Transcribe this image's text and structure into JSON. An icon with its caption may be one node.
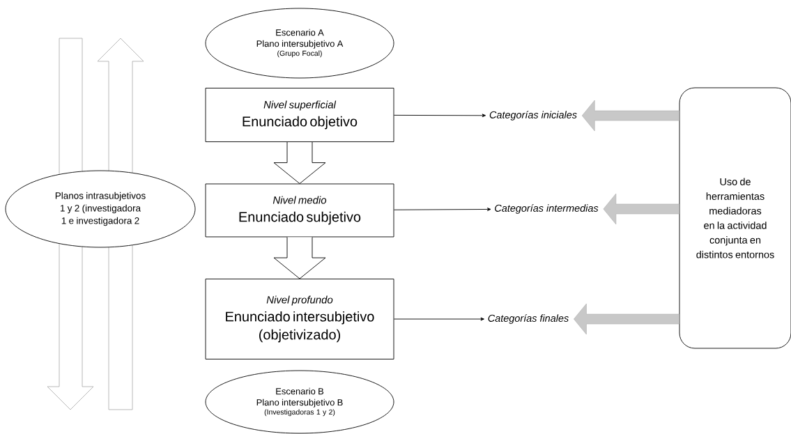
{
  "diagram": {
    "nodes": [
      {
        "text": [
          "Escenario A",
          "Plano intersubjetivo A",
          "(Grupo Focal)"
        ]
      },
      {
        "text": [
          "Nivel superficial",
          "Enunciado objetivo"
        ]
      },
      {
        "text": [
          "Nivel medio",
          "Enunciado subjetivo"
        ]
      },
      {
        "text": [
          "Nivel profundo",
          "Enunciado intersubjetivo (objetivizado)"
        ]
      },
      {
        "text": [
          "Escenario B",
          "Plano intersubjetivo B",
          "(Investigadoras 1 y 2)"
        ]
      },
      {
        "text": [
          "Planos intrasubjetivos 1 y 2 (investigadora 1 e investigadora 2"
        ]
      },
      {
        "text": [
          "Categorías iniciales"
        ]
      },
      {
        "text": [
          "Categorías intermedias"
        ]
      },
      {
        "text": [
          "Categorías finales"
        ]
      },
      {
        "text": [
          "Uso de herramientas mediadoras en la actividad conjunta en distintos entornos"
        ]
      }
    ],
    "edges": [
      {
        "from": 1,
        "to": 2,
        "arrow": "to",
        "style": "thick"
      },
      {
        "from": 2,
        "to": 3,
        "arrow": "to",
        "style": "thick"
      },
      {
        "from": 1,
        "to": 6,
        "arrow": "to"
      },
      {
        "from": 2,
        "to": 7,
        "arrow": "to"
      },
      {
        "from": 3,
        "to": 8,
        "arrow": "to"
      },
      {
        "from": 9,
        "to": 6,
        "arrow": "to",
        "style": "thick",
        "color": "#c8c8c8"
      },
      {
        "from": 9,
        "to": 7,
        "arrow": "to",
        "style": "thick",
        "color": "#c8c8c8"
      },
      {
        "from": 9,
        "to": 8,
        "arrow": "to",
        "style": "thick",
        "color": "#c8c8c8"
      }
    ]
  }
}
